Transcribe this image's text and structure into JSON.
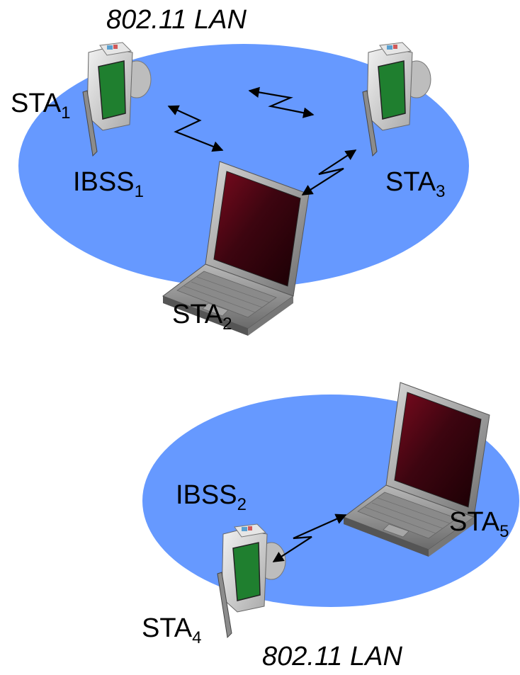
{
  "colors": {
    "cell_fill": "#6699ff",
    "screen_green": "#1f7f2f",
    "laptop_screen": "#3a0008",
    "device_body": "#9a9a9a"
  },
  "icons": [
    "pda-icon",
    "laptop-icon",
    "wireless-link-icon"
  ],
  "lan_top": "802.11 LAN",
  "lan_bottom": "802.11 LAN",
  "ibss1": {
    "name": "IBSS",
    "sub": "1"
  },
  "ibss2": {
    "name": "IBSS",
    "sub": "2"
  },
  "stations": [
    {
      "name": "STA",
      "sub": "1"
    },
    {
      "name": "STA",
      "sub": "2"
    },
    {
      "name": "STA",
      "sub": "3"
    },
    {
      "name": "STA",
      "sub": "4"
    },
    {
      "name": "STA",
      "sub": "5"
    }
  ]
}
